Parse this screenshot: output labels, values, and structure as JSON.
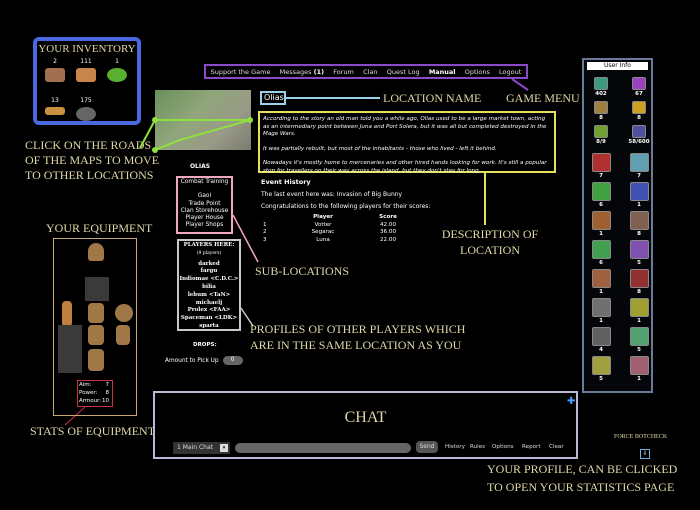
{
  "inventory": {
    "title": "YOUR INVENTORY",
    "items": [
      {
        "icon": "wood-icon",
        "count": "2",
        "color": "#a07050"
      },
      {
        "icon": "ingot-icon",
        "count": "111",
        "color": "#c8844a"
      },
      {
        "icon": "herb-icon",
        "count": "1",
        "color": "#5ab030"
      },
      {
        "icon": "arrows-icon",
        "count": "13",
        "color": "#c89040"
      },
      {
        "icon": "ore-icon",
        "count": "175",
        "color": "#666"
      }
    ]
  },
  "annotations": {
    "roads": [
      "CLICK ON THE ROADS",
      "OF THE MAPS TO MOVE",
      "TO OTHER LOCATIONS"
    ],
    "location_name": "LOCATION NAME",
    "game_menu": "GAME MENU",
    "description": [
      "DESCRIPTION OF",
      "LOCATION"
    ],
    "sub_locations": "SUB-LOCATIONS",
    "profiles": [
      "PROFILES OF OTHER PLAYERS WHICH",
      "ARE IN THE SAME LOCATION AS YOU"
    ],
    "equipment": "YOUR EQUIPMENT",
    "stats": "STATS OF EQUIPMENT",
    "profile": [
      "YOUR PROFILE,  CAN BE CLICKED",
      "TO OPEN YOUR STATISTICS PAGE"
    ],
    "botcheck": "FORCE BOTCHECK"
  },
  "menu": [
    "Support the Game",
    "Messages",
    "Forum",
    "Clan",
    "Quest Log",
    "Manual",
    "Options",
    "Logout"
  ],
  "messages_count": "(1)",
  "location": {
    "name": "Olias",
    "map_label": "OLIAS",
    "description": [
      "According to the story an old man told you a while ago, Olias used to be a large market town, acting as an intermediary point between Juna and Port Solera, but it was all but completed destroyed in the Mage Wars.",
      "It was partially rebuilt, but most of the inhabitants - those who lived - left it behind.",
      "Nowadays it's mostly home to mercenaries and other hired hands looking for work. It's still a popular stop for travellers on their way across the island, but they don't stay for long."
    ]
  },
  "event": {
    "title": "Event History",
    "last": "The last event here was: Invasion of Big Bunny",
    "congrats": "Congratulations to the following players for their scores:",
    "headers": [
      "Player",
      "Score"
    ],
    "rows": [
      [
        "1",
        "Votter",
        "42.00"
      ],
      [
        "2",
        "Segarac",
        "36.00"
      ],
      [
        "3",
        "Luna",
        "22.00"
      ]
    ]
  },
  "sublocations": [
    "Combat Training",
    "",
    "Gaol",
    "Trade Point",
    "Clan Storehouse",
    "Player House",
    "Player Shops"
  ],
  "players": {
    "title": "PLAYERS HERE:",
    "count": "(9 players)",
    "names": [
      "darked",
      "fargu",
      "Indiomae <C.D.C.>",
      "bilia",
      "lebum <TaN>",
      "michaelj",
      "Prolex <FAA>",
      "Spaceman <LDK>",
      "sparta"
    ]
  },
  "drops": {
    "label": "DROPS:",
    "amount_label": "Amount to Pick Up",
    "amount": "0"
  },
  "stats": [
    [
      "Aim:",
      "7"
    ],
    [
      "Power:",
      "8"
    ],
    [
      "Armour:",
      "10"
    ]
  ],
  "user_info": {
    "title": "User Info",
    "top": [
      [
        "402",
        "#3a9a80"
      ],
      [
        "67",
        "#9a40c0"
      ],
      [
        "8",
        "#a08040"
      ],
      [
        "8",
        "#d0a020"
      ],
      [
        "8/9",
        "#70a030"
      ],
      [
        "58/600",
        "#5050a0"
      ]
    ],
    "skills": [
      [
        "7",
        "#b03030"
      ],
      [
        "7",
        "#60a0b0"
      ],
      [
        "6",
        "#40a040"
      ],
      [
        "1",
        "#4050b0"
      ],
      [
        "1",
        "#a06030"
      ],
      [
        "8",
        "#806050"
      ],
      [
        "6",
        "#40a050"
      ],
      [
        "5",
        "#8050b0"
      ],
      [
        "1",
        "#a06040"
      ],
      [
        "8",
        "#903030"
      ],
      [
        "1",
        "#707070"
      ],
      [
        "1",
        "#a0a030"
      ],
      [
        "4",
        "#606060"
      ],
      [
        "5",
        "#50a070"
      ],
      [
        "5",
        "#a0a040"
      ],
      [
        "1",
        "#a06070"
      ]
    ]
  },
  "chat": {
    "title": "CHAT",
    "channel": "1 Main Chat",
    "send": "Send",
    "links": [
      "History",
      "Rules",
      "Options",
      "Report",
      "Clear"
    ]
  }
}
